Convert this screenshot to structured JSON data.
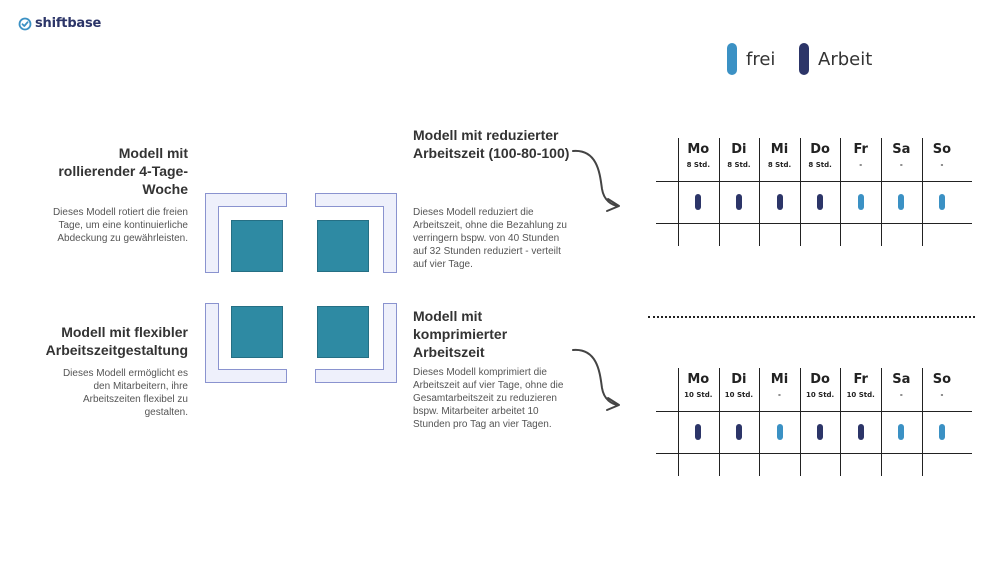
{
  "logo": {
    "text": "shiftbase",
    "icon": "check-circle-icon"
  },
  "colors": {
    "frei": "#3b91c4",
    "arbeit": "#2c3568",
    "square": "#2e8aa3",
    "bracket_fill": "#eef0fb",
    "bracket_border": "#8a93cf"
  },
  "legend": [
    {
      "label": "frei",
      "type": "frei"
    },
    {
      "label": "Arbeit",
      "type": "arbeit"
    }
  ],
  "models": {
    "rolling": {
      "title": "Modell mit rollierender 4-Tage-Woche",
      "desc": "Dieses Modell rotiert die freien Tage, um eine kontinuierliche Abdeckung zu gewährleisten."
    },
    "flexible": {
      "title": "Modell mit flexibler Arbeitszeitgestaltung",
      "desc": "Dieses Modell ermöglicht es den Mitarbeitern, ihre Arbeitszeiten flexibel zu gestalten."
    },
    "reduced": {
      "title": "Modell mit reduzierter Arbeitszeit (100-80-100)",
      "desc": "Dieses Modell reduziert die Arbeitszeit, ohne die Bezahlung zu verringern bspw. von 40 Stunden auf 32 Stunden reduziert - verteilt auf vier Tage."
    },
    "compressed": {
      "title": "Modell mit komprimierter Arbeitszeit",
      "desc": "Dieses Modell komprimiert die Arbeitszeit auf vier Tage, ohne die Gesamtarbeitszeit zu reduzieren bspw. Mitarbeiter arbeitet 10 Stunden pro Tag an vier Tagen."
    }
  },
  "schedules": [
    {
      "days": [
        {
          "name": "Mo",
          "hours": "8 Std.",
          "status": "arbeit"
        },
        {
          "name": "Di",
          "hours": "8 Std.",
          "status": "arbeit"
        },
        {
          "name": "Mi",
          "hours": "8 Std.",
          "status": "arbeit"
        },
        {
          "name": "Do",
          "hours": "8 Std.",
          "status": "arbeit"
        },
        {
          "name": "Fr",
          "hours": "-",
          "status": "frei"
        },
        {
          "name": "Sa",
          "hours": "-",
          "status": "frei"
        },
        {
          "name": "So",
          "hours": "-",
          "status": "frei"
        }
      ]
    },
    {
      "days": [
        {
          "name": "Mo",
          "hours": "10 Std.",
          "status": "arbeit"
        },
        {
          "name": "Di",
          "hours": "10 Std.",
          "status": "arbeit"
        },
        {
          "name": "Mi",
          "hours": "-",
          "status": "frei"
        },
        {
          "name": "Do",
          "hours": "10 Std.",
          "status": "arbeit"
        },
        {
          "name": "Fr",
          "hours": "10 Std.",
          "status": "arbeit"
        },
        {
          "name": "Sa",
          "hours": "-",
          "status": "frei"
        },
        {
          "name": "So",
          "hours": "-",
          "status": "frei"
        }
      ]
    }
  ]
}
